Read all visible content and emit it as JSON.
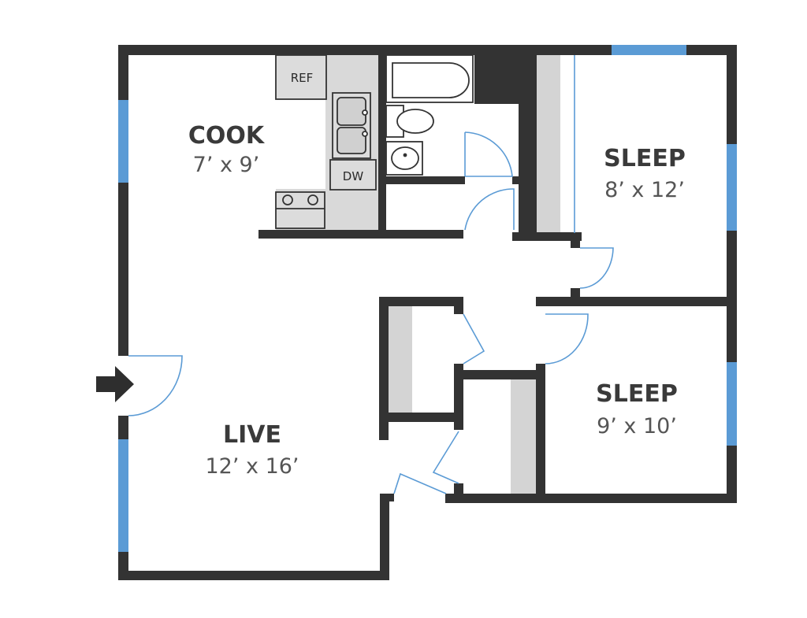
{
  "rooms": {
    "cook": {
      "name": "COOK",
      "dims": "7’ x 9’"
    },
    "sleep1": {
      "name": "SLEEP",
      "dims": "8’ x 12’"
    },
    "sleep2": {
      "name": "SLEEP",
      "dims": "9’ x 10’"
    },
    "live": {
      "name": "LIVE",
      "dims": "12’ x 16’"
    }
  },
  "appliances": {
    "ref": "REF",
    "dw": "DW"
  },
  "colors": {
    "wall": "#333333",
    "window": "#5b9bd5",
    "counter": "#d9d9d9",
    "closet": "#d4d4d4",
    "door_swing": "#5b9bd5"
  }
}
